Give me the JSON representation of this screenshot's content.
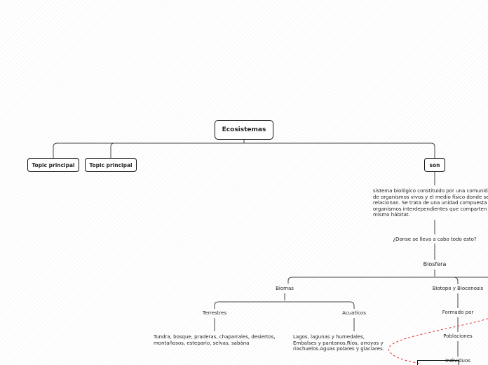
{
  "root": {
    "label": "Ecosistemas"
  },
  "topics": [
    {
      "label": "Topic principal"
    },
    {
      "label": "Topic principal"
    }
  ],
  "son": {
    "label": "son",
    "description": [
      "sistema biológico constituido por una comunid",
      "de organismos vivos y el medio físico donde se",
      "relacionan. Se trata de una unidad compuesta",
      "organismos interdependientes que comparten",
      "mismo hábitat."
    ],
    "question": "¿Donse se lleva a cabo todo esto?",
    "biosfera": "Biosfera"
  },
  "biomas": {
    "label": "Biomas",
    "terrestres": {
      "label": "Terrestres",
      "detail": [
        "Tundra, bosque, praderas, chaparrales, desiertos,",
        "montañosos, estepario, selvas, sabána"
      ]
    },
    "acuaticos": {
      "label": "Acuaticos",
      "detail": [
        "Lagos, lagunas y humedales,",
        "Embalses y pantanos.Ríos, arroyos y",
        "riachuelos.Aguas polares y glaciares."
      ]
    }
  },
  "biotopo": {
    "label": "Biotopo y Biocenosis",
    "formado": "Formado por",
    "poblaciones": "Poblaciones",
    "individuos": "Individuos"
  },
  "colors": {
    "line": "#444444",
    "dashed_relation": "#e03030"
  }
}
